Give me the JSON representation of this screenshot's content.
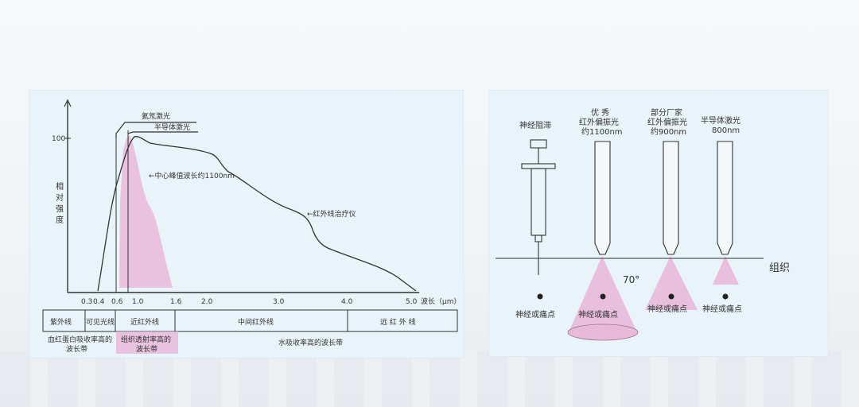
{
  "left_diagram": {
    "ylabel_chars": [
      "相",
      "对",
      "强",
      "度"
    ],
    "y_tick_100": "100",
    "x_ticks": [
      "0.3",
      "0.4",
      "0.6",
      "1.0",
      "1.6",
      "2.0",
      "3.0",
      "4.0",
      "5.0"
    ],
    "x_axis_label": "波长（μm）",
    "annotations": {
      "helium_neon": "氦氖激光",
      "semiconductor": "半导体激光",
      "peak": "中心峰值波长约1100nm",
      "ir_device": "红外线治疗仪"
    },
    "bands": [
      "紫外线",
      "可见光线",
      "近红外线",
      "中间红外线",
      "远 红 外 线"
    ],
    "absorption": {
      "hemoglobin": [
        "血红蛋白吸收率高的",
        "波长带"
      ],
      "tissue": [
        "组织透射率高的",
        "波长带"
      ],
      "water": "水吸收率高的波长带"
    }
  },
  "right_diagram": {
    "columns": [
      {
        "title_lines": [
          "神经阻滞"
        ],
        "target": "神经或痛点"
      },
      {
        "title_lines": [
          "优  秀",
          "红外偏振光",
          "约1100nm"
        ],
        "target": "神经或痛点"
      },
      {
        "title_lines": [
          "部分厂家",
          "红外偏振光",
          "约900nm"
        ],
        "target": "神经或痛点"
      },
      {
        "title_lines": [
          "半导体激光",
          "800nm"
        ],
        "target": "神经或痛点"
      }
    ],
    "angle_label": "70°",
    "tissue_label": "组织"
  },
  "colors": {
    "panel_bg": "#e9f3fa",
    "pink": "#e8b9d8",
    "line": "#333333"
  }
}
